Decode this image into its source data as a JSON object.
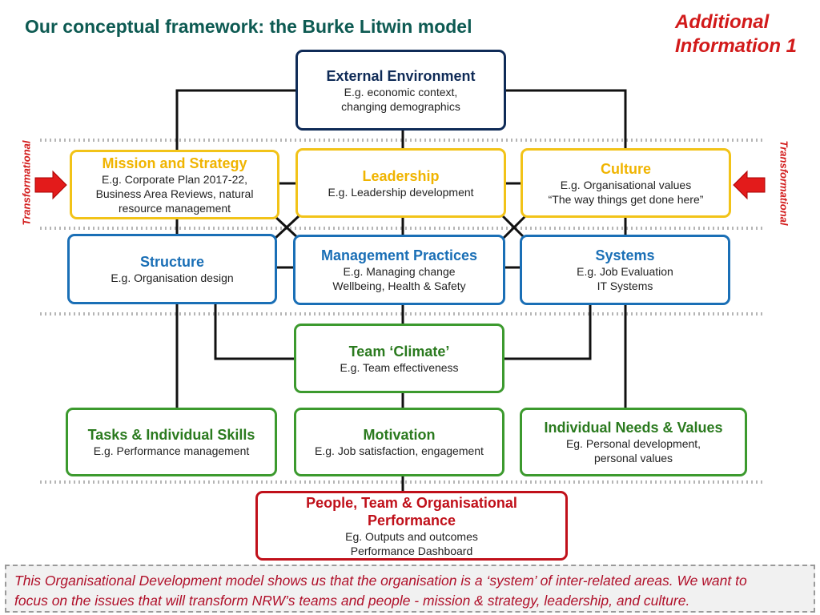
{
  "title": "Our conceptual framework: the Burke Litwin model",
  "additional": {
    "line1": "Additional",
    "line2": "Information 1"
  },
  "side_label": "Transformational",
  "colors": {
    "accent_red": "#d21a1a",
    "navy": "#0f2b57",
    "yellow": "#f2c318",
    "blue": "#1a6fb6",
    "green": "#3c9a2e",
    "red": "#c0101a"
  },
  "boxes": {
    "external": {
      "heading": "External Environment",
      "sub1": "E.g. economic context,",
      "sub2": "changing demographics"
    },
    "mission": {
      "heading": "Mission and Strategy",
      "sub1": "E.g. Corporate Plan 2017-22,",
      "sub2": "Business Area Reviews, natural",
      "sub3": "resource management"
    },
    "leadership": {
      "heading": "Leadership",
      "sub1": "E.g. Leadership development"
    },
    "culture": {
      "heading": "Culture",
      "sub1": "E.g. Organisational values",
      "sub2": "“The way things get done here”"
    },
    "structure": {
      "heading": "Structure",
      "sub1": "E.g. Organisation design"
    },
    "management": {
      "heading": "Management Practices",
      "sub1": "E.g. Managing change",
      "sub2": "Wellbeing, Health & Safety"
    },
    "systems": {
      "heading": "Systems",
      "sub1": "E.g. Job Evaluation",
      "sub2": "IT Systems"
    },
    "climate": {
      "heading": "Team ‘Climate’",
      "sub1": "E.g. Team effectiveness"
    },
    "tasks": {
      "heading": "Tasks & Individual Skills",
      "sub1": "E.g. Performance management"
    },
    "motivation": {
      "heading": "Motivation",
      "sub1": "E.g. Job satisfaction, engagement"
    },
    "needs": {
      "heading": "Individual Needs & Values",
      "sub1": "Eg. Personal development,",
      "sub2": "personal values"
    },
    "performance": {
      "heading1": "People, Team & Organisational",
      "heading2": "Performance",
      "sub1": "Eg. Outputs and outcomes",
      "sub2": "Performance Dashboard"
    }
  },
  "caption": {
    "line1": "This Organisational Development model shows us that the organisation is a ‘system’ of inter-related areas.  We want to",
    "line2": "focus on the issues that will transform NRW’s teams and people - mission & strategy, leadership, and culture."
  }
}
